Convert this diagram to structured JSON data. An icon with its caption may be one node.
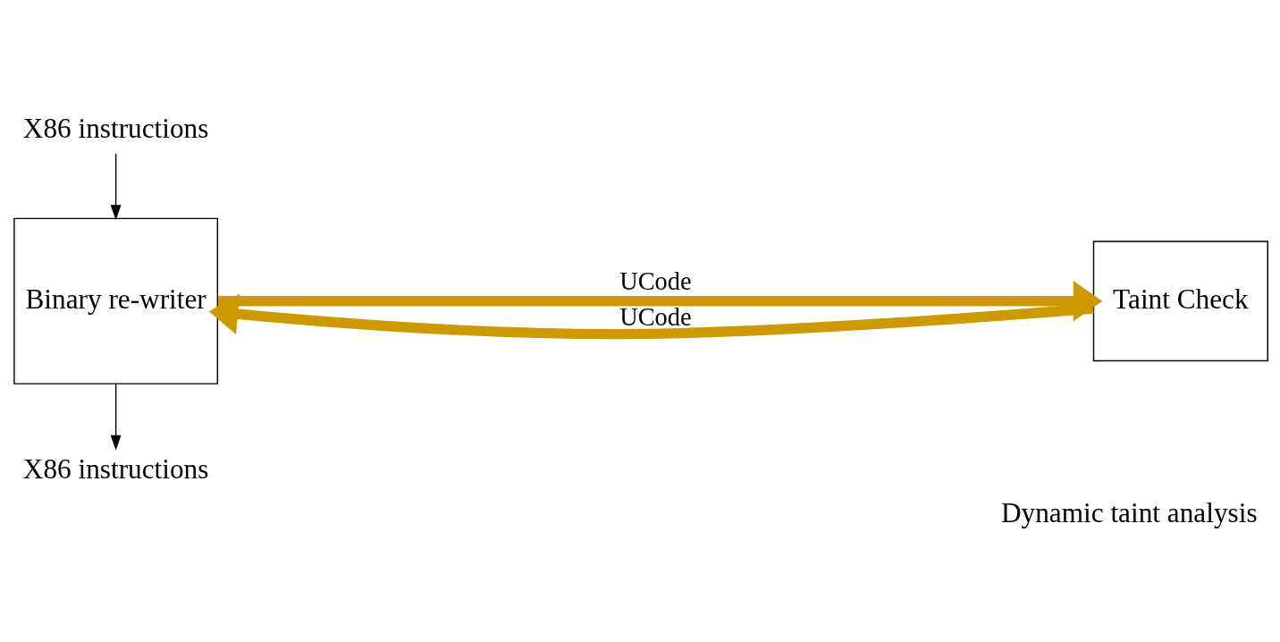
{
  "diagram": {
    "caption": "Dynamic taint analysis",
    "nodes": [
      {
        "text": [
          "X86 instructions"
        ]
      },
      {
        "text": [
          "Binary re-writer"
        ]
      },
      {
        "text": [
          "Taint Check"
        ]
      },
      {
        "text": [
          "X86 instructions"
        ]
      }
    ],
    "edges": [
      {
        "from": 0,
        "to": 1,
        "arrow": "to"
      },
      {
        "from": 1,
        "to": 3,
        "arrow": "to"
      },
      {
        "from": 1,
        "to": 2,
        "arrow": "to",
        "label": "UCode",
        "style": "thick",
        "color": "#cc9900"
      },
      {
        "from": 2,
        "to": 1,
        "arrow": "to",
        "label": "UCode",
        "style": "thick",
        "color": "#cc9900"
      }
    ]
  }
}
